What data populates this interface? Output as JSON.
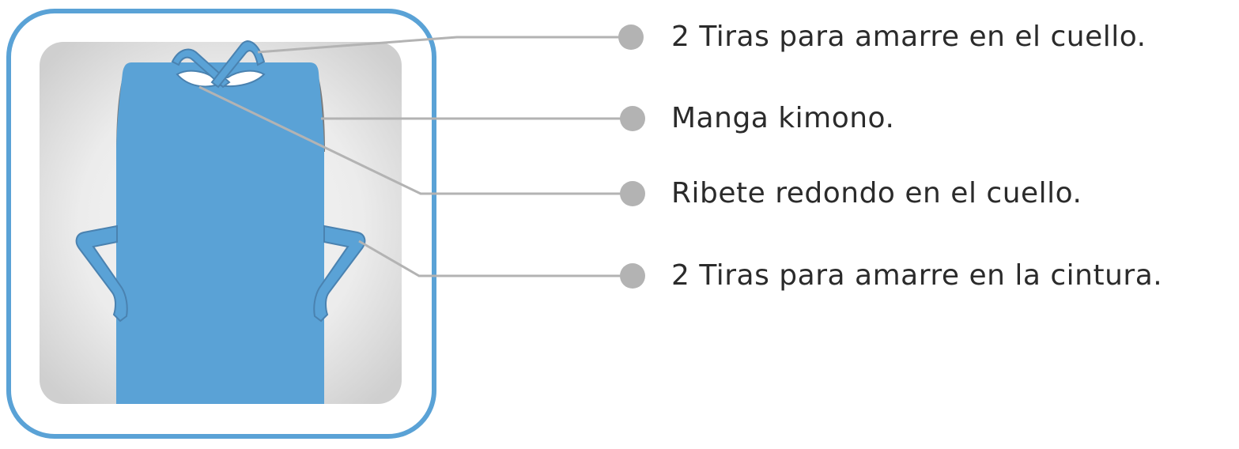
{
  "diagram": {
    "colors": {
      "frame": "#5aa2d6",
      "garment": "#5aa2d6",
      "garment_outline": "#4a82b0",
      "sleeve_shadow": "#7b7b7b",
      "panel_light": "#f4f4f4",
      "panel_dark": "#d2d2d2",
      "leader_line": "#b3b3b3",
      "bullet": "#b3b3b3",
      "text": "#2b2b2b"
    },
    "callouts": [
      {
        "label": "2 Tiras para amarre en el cuello."
      },
      {
        "label": "Manga kimono."
      },
      {
        "label": "Ribete redondo en el cuello."
      },
      {
        "label": "2 Tiras para amarre en la cintura."
      }
    ]
  }
}
